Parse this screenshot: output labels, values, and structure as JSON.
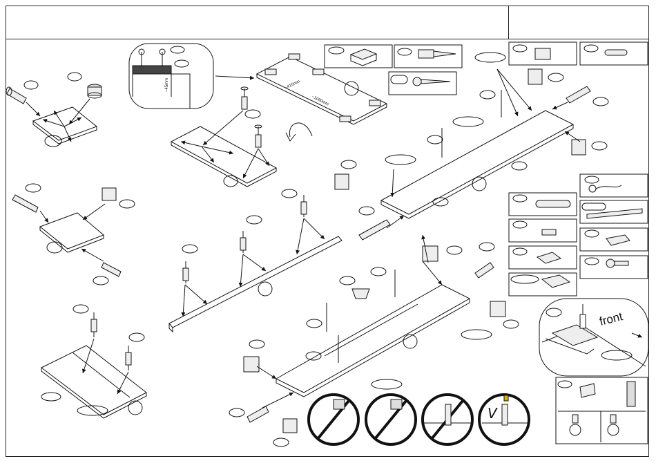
{
  "sheet": {
    "front_label": "front",
    "dim_a": "~415mm",
    "dim_b": "~1090mm",
    "dim_c": "~45mm",
    "check_mark": "V"
  }
}
